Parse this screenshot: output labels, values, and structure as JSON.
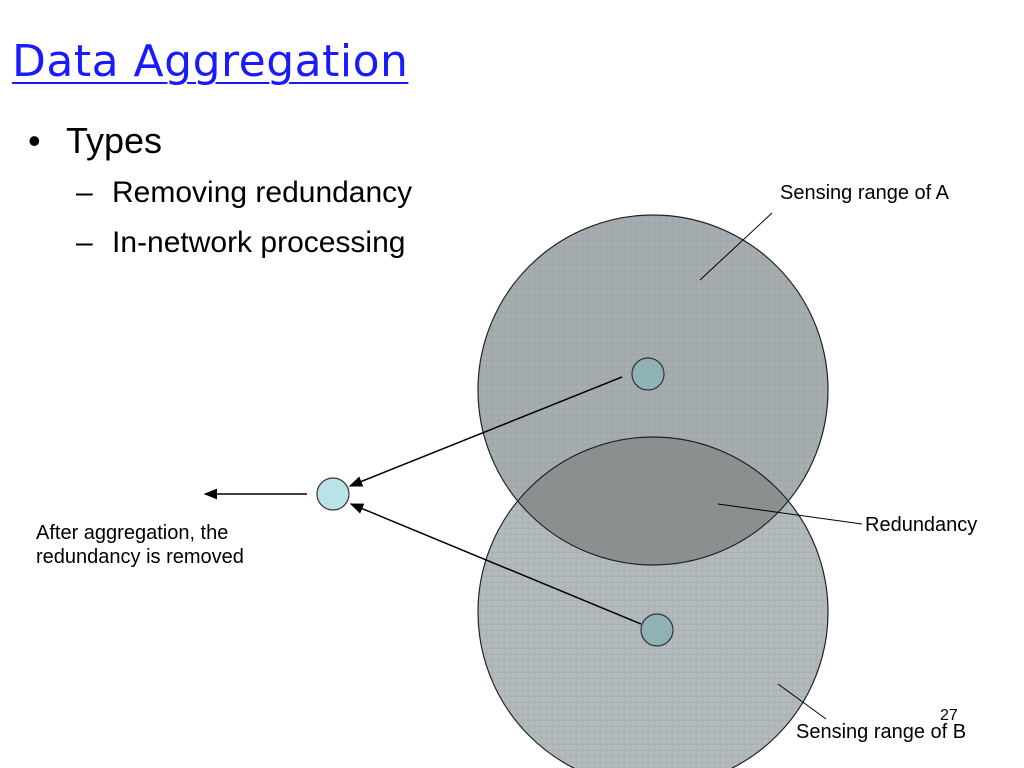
{
  "slide": {
    "title": "Data Aggregation",
    "bullet": "Types",
    "subitems": [
      "Removing redundancy",
      "In-network processing"
    ],
    "page_number": "27"
  },
  "diagram": {
    "label_a": "Sensing range of A",
    "label_redundancy": "Redundancy",
    "label_b": "Sensing range of B",
    "label_after": "After aggregation, the redundancy is removed"
  },
  "colors": {
    "title": "#1a1aff",
    "range_fill": "#a6adb0",
    "overlap_fill": "#7f8784",
    "node_fill": "#8fb2b5",
    "sink_fill": "#b9e3e6"
  }
}
